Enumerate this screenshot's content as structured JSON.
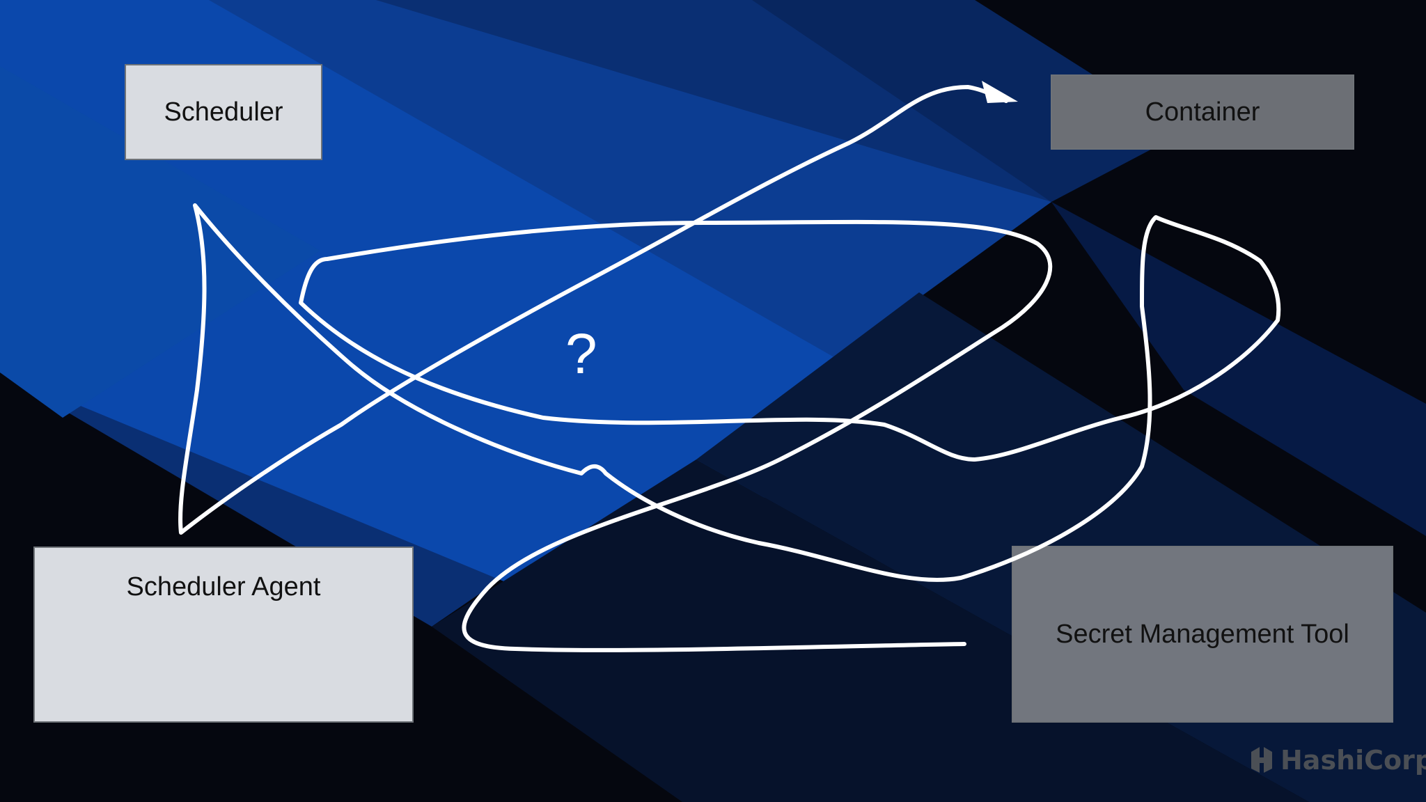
{
  "boxes": {
    "scheduler": "Scheduler",
    "container": "Container",
    "scheduler_agent": "Scheduler Agent",
    "secret_management_tool": "Secret Management Tool"
  },
  "annotation": {
    "question_mark": "?"
  },
  "logo": {
    "text": "HashiCorp",
    "icon": "hashicorp-logo-icon"
  },
  "colors": {
    "background_dark": "#05070f",
    "background_blue": "#0a46a6",
    "light_box": "#d9dce1",
    "dark_box": "#6c6f75",
    "scribble": "#ffffff"
  }
}
